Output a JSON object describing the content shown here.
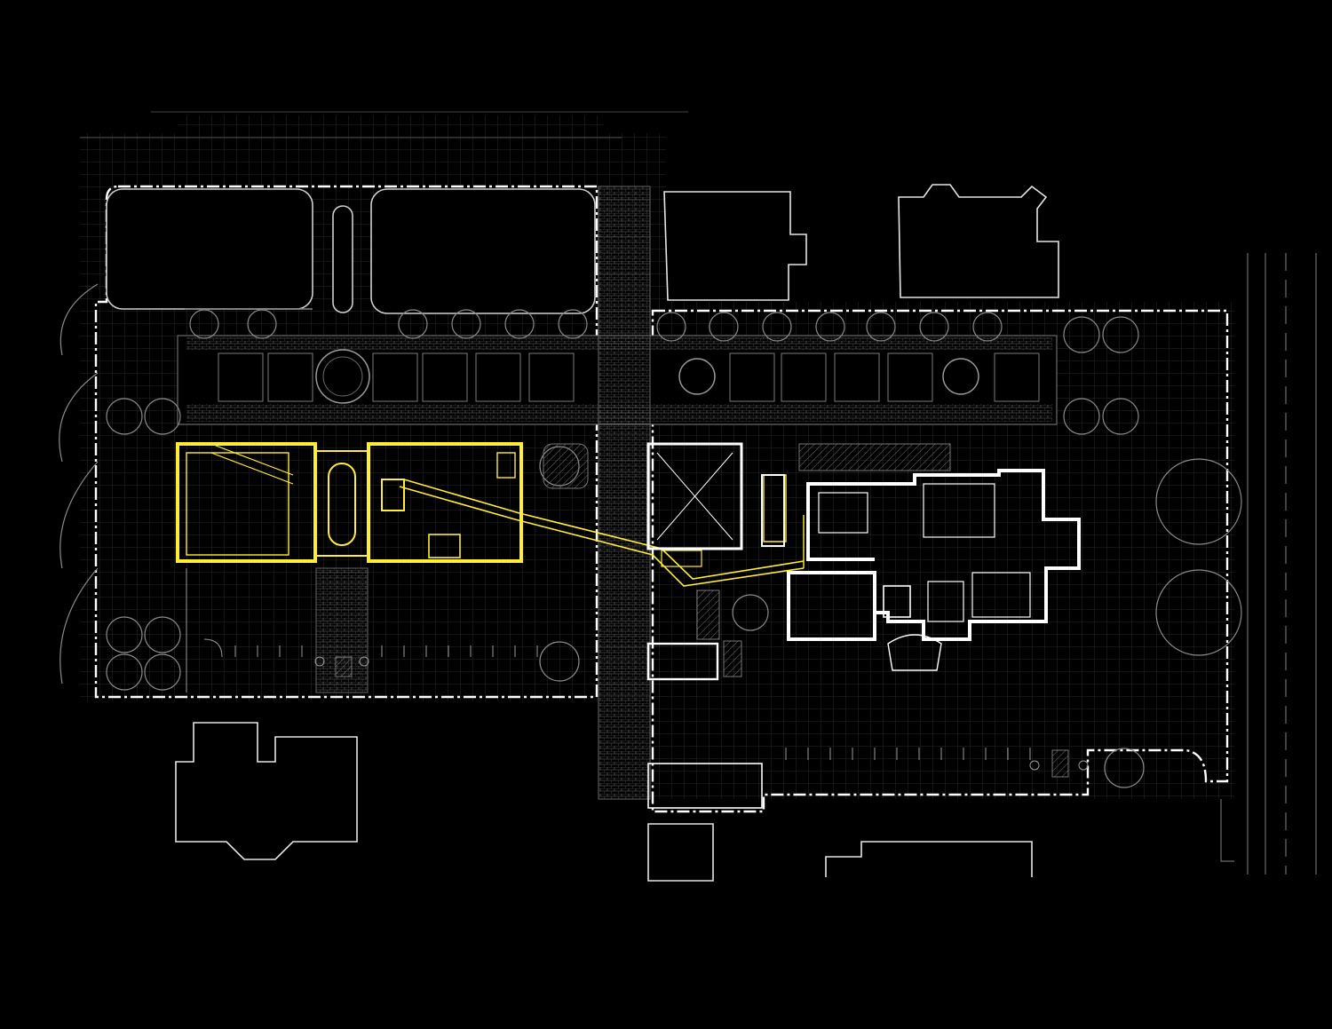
{
  "colors": {
    "background": "#000000",
    "grid": "#3a3a3a",
    "context_outline": "#e6e6e6",
    "property_line": "#ffffff",
    "paving": "#5a5a5a",
    "new_building": "#ffee33",
    "existing_building": "#ffffff",
    "trees": "#8a8a8a"
  },
  "layers": [
    "site-grid",
    "property-boundary",
    "neighbor-buildings",
    "courtyard-colonnade",
    "trees",
    "new-wing-highlighted",
    "connector-bridge",
    "existing-building",
    "parking-area",
    "street-edge"
  ]
}
